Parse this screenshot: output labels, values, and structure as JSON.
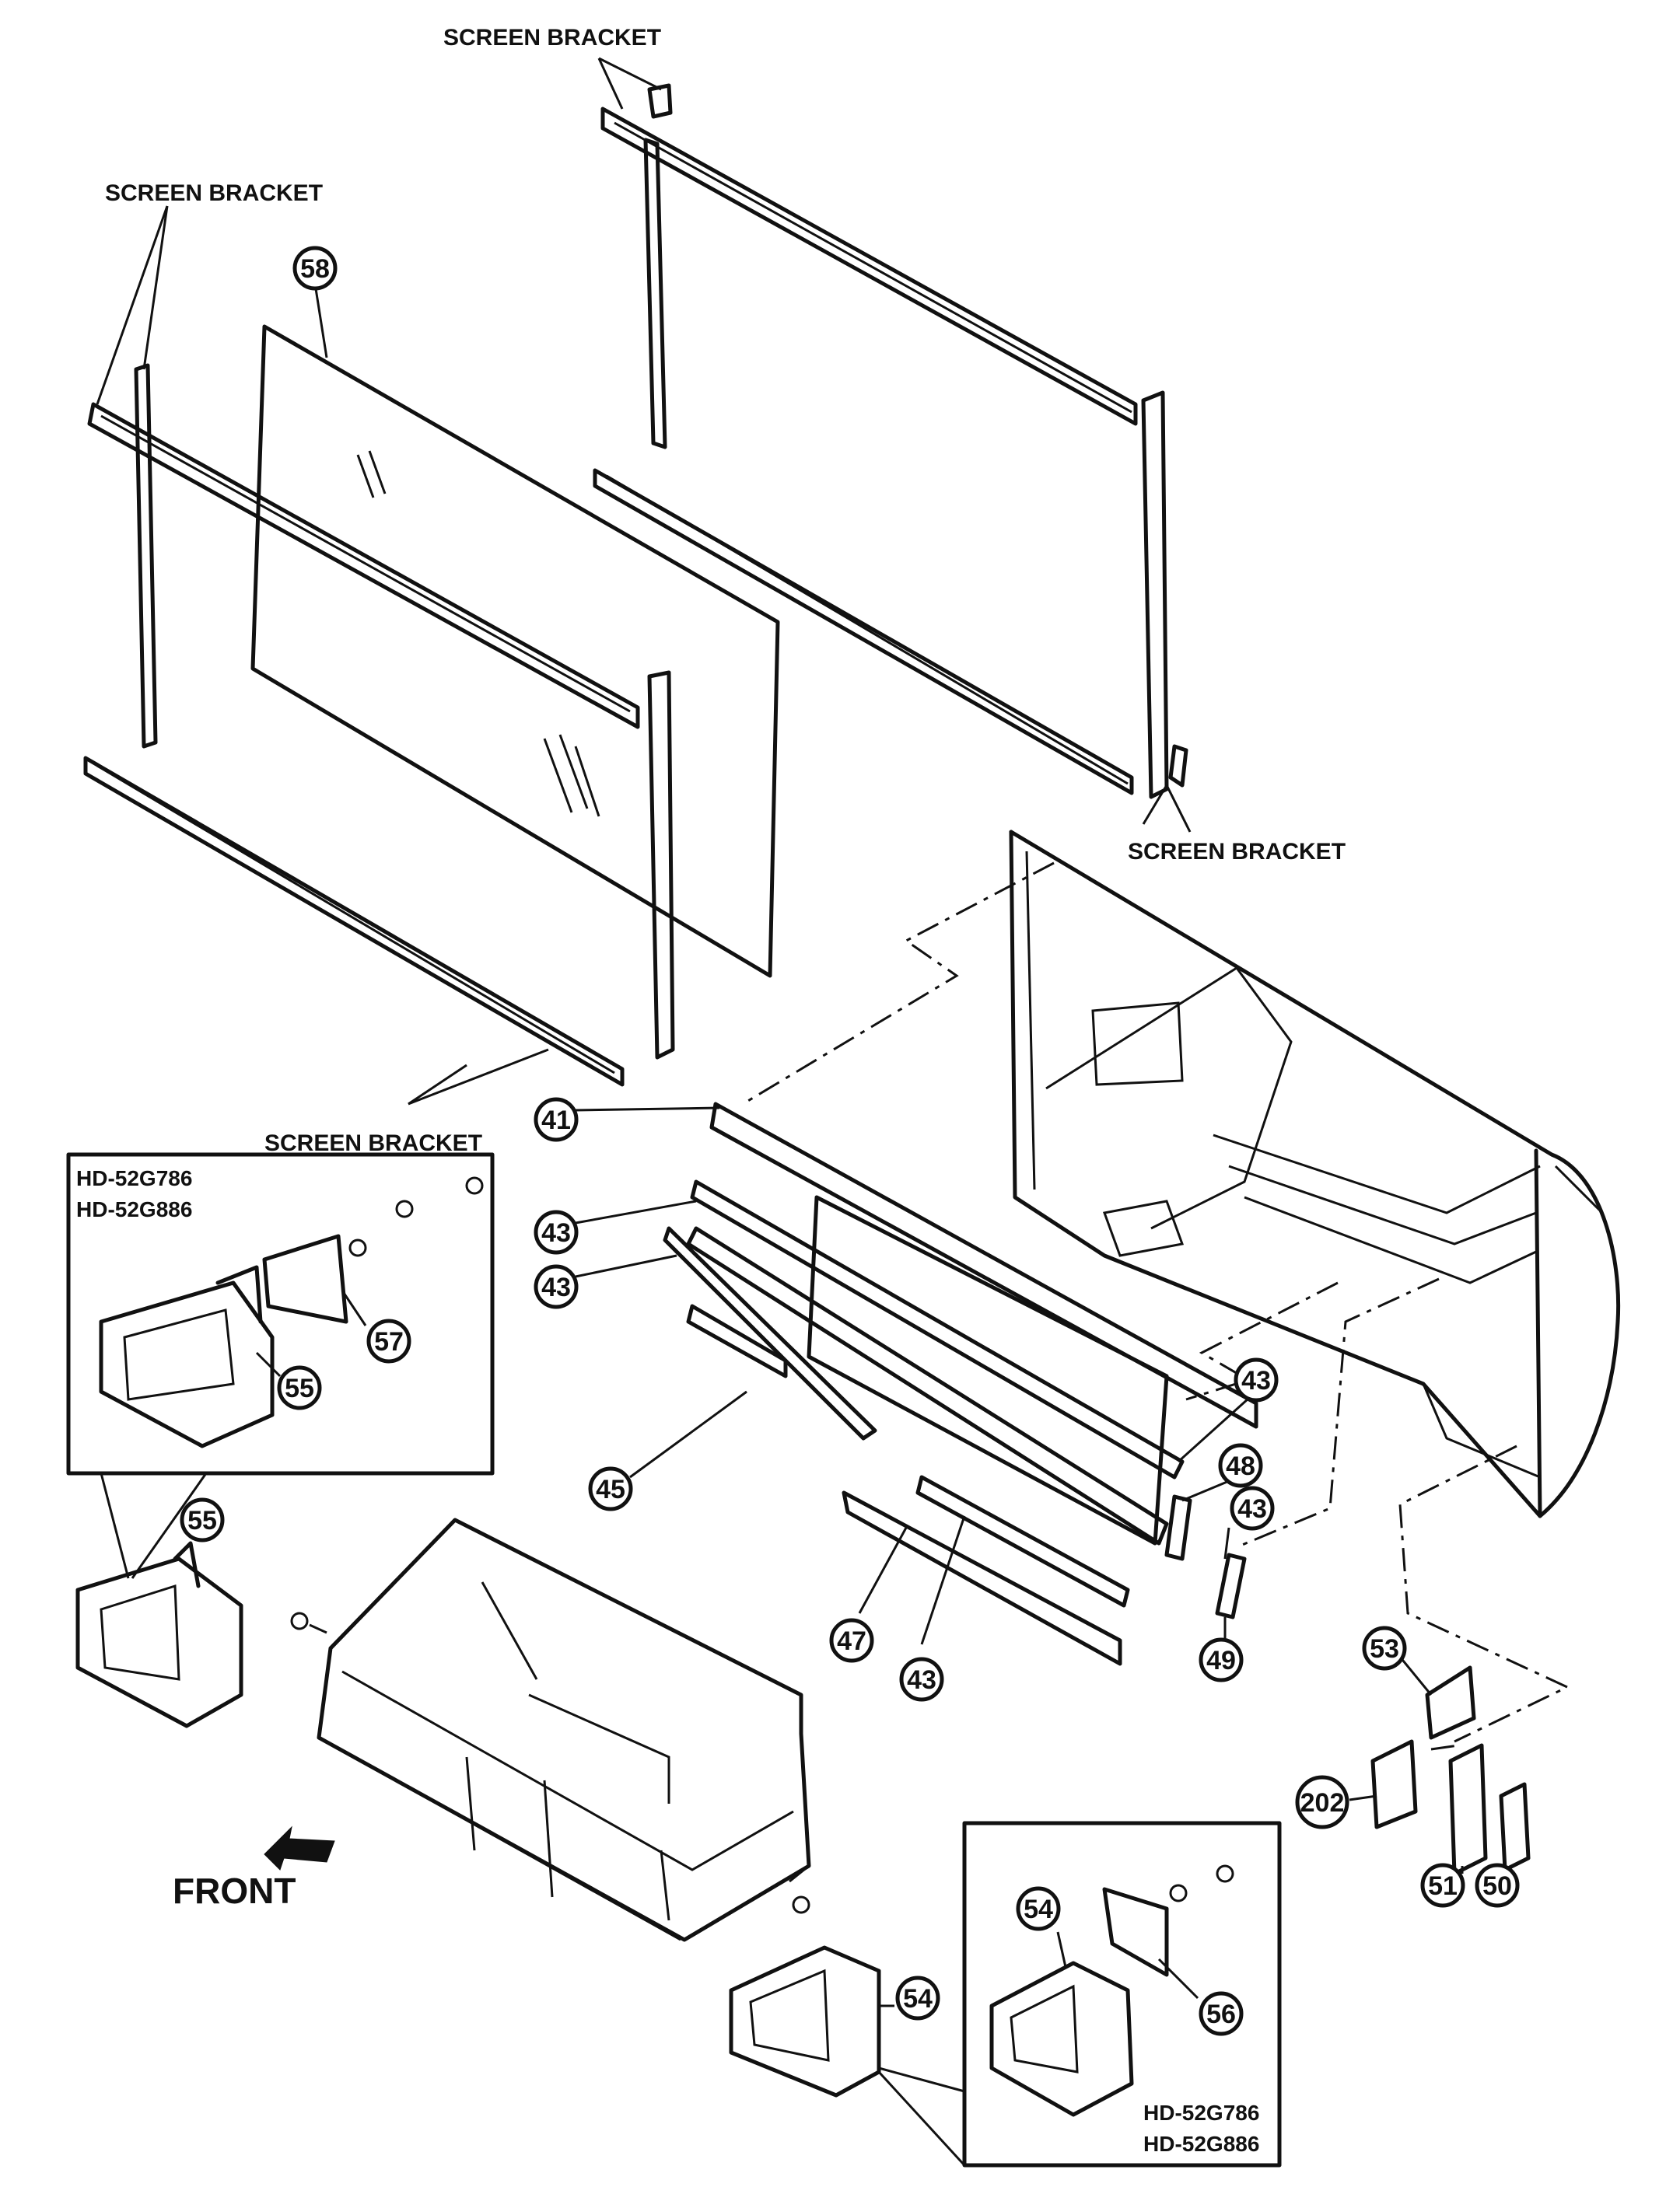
{
  "labels": {
    "screen_bracket_top": "SCREEN BRACKET",
    "screen_bracket_left": "SCREEN BRACKET",
    "screen_bracket_right": "SCREEN BRACKET",
    "screen_bracket_bottom": "SCREEN BRACKET",
    "front": "FRONT"
  },
  "inset_left": {
    "model_1": "HD-52G786",
    "model_2": "HD-52G886"
  },
  "inset_right": {
    "model_1": "HD-52G786",
    "model_2": "HD-52G886"
  },
  "parts": {
    "p58": "58",
    "p41": "41",
    "p43a": "43",
    "p43b": "43",
    "p43c": "43",
    "p43d": "43",
    "p43e": "43",
    "p48": "48",
    "p45": "45",
    "p47": "47",
    "p49": "49",
    "p57": "57",
    "p55a": "55",
    "p55b": "55",
    "p53": "53",
    "p202": "202",
    "p51": "51",
    "p50": "50",
    "p54a": "54",
    "p54b": "54",
    "p56": "56"
  }
}
